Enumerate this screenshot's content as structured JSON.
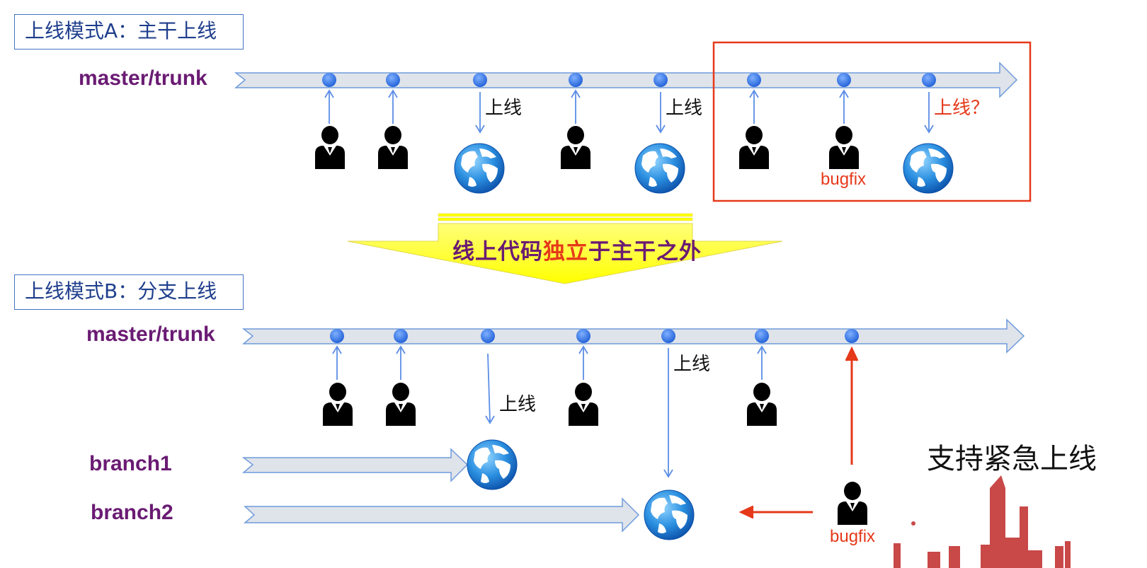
{
  "modeA": {
    "title": "上线模式A：主干上线",
    "trunk_label": "master/trunk",
    "release_label": "上线",
    "question_label": "上线？",
    "bugfix_label": "bugfix"
  },
  "banner": {
    "text_part1": "线上代码",
    "text_part2": "独立",
    "text_part3": "于主干之外"
  },
  "modeB": {
    "title": "上线模式B：分支上线",
    "trunk_label": "master/trunk",
    "release_label": "上线",
    "branch1_label": "branch1",
    "branch2_label": "branch2",
    "bugfix_label": "bugfix",
    "support_label": "支持紧急上线"
  },
  "colors": {
    "arrow_fill": "#dfe3ea",
    "arrow_stroke": "#6e9bdc",
    "dot": "#2f6fe0",
    "highlight_red": "#e5391a",
    "banner_yellow": "#ffff00",
    "label_purple": "#6a1b73"
  }
}
